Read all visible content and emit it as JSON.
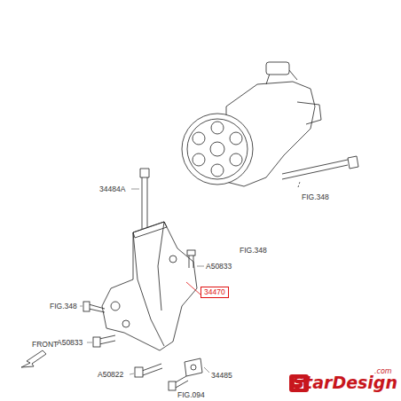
{
  "diagram": {
    "nodes": [
      {
        "text": [
          "34470"
        ]
      }
    ],
    "labels": [
      "34484A",
      "FIG.348",
      "FIG.348",
      "A50833",
      "FIG.348",
      "A50833",
      "A50822",
      "34485",
      "FIG.094",
      "FRONT",
      "StarDesign",
      ".com"
    ]
  }
}
